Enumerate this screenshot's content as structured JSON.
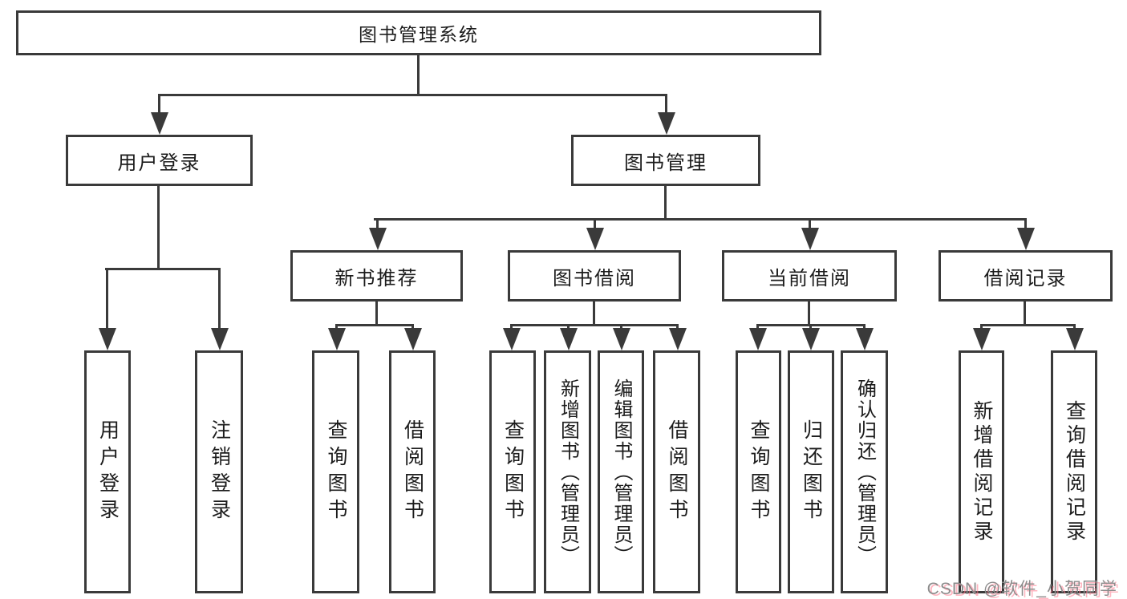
{
  "tree": {
    "label": "图书管理系统",
    "children": [
      {
        "label": "用户登录",
        "children": [
          {
            "label": "用户登录"
          },
          {
            "label": "注销登录"
          }
        ]
      },
      {
        "label": "图书管理",
        "children": [
          {
            "label": "新书推荐",
            "children": [
              {
                "label": "查询图书"
              },
              {
                "label": "借阅图书"
              }
            ]
          },
          {
            "label": "图书借阅",
            "children": [
              {
                "label": "查询图书"
              },
              {
                "label": "新增图书（管理员）"
              },
              {
                "label": "编辑图书（管理员）"
              },
              {
                "label": "借阅图书"
              }
            ]
          },
          {
            "label": "当前借阅",
            "children": [
              {
                "label": "查询图书"
              },
              {
                "label": "归还图书"
              },
              {
                "label": "确认归还（管理员）"
              }
            ]
          },
          {
            "label": "借阅记录",
            "children": [
              {
                "label": "新增借阅记录"
              },
              {
                "label": "查询借阅记录"
              }
            ]
          }
        ]
      }
    ]
  },
  "watermark": "CSDN @软件_小贺同学",
  "colors": {
    "line": "#3a3a3a",
    "text": "#1c1c1c",
    "background": "#ffffff",
    "watermark_gray": "#8c8c8c",
    "watermark_pink": "#ff7a8e"
  }
}
